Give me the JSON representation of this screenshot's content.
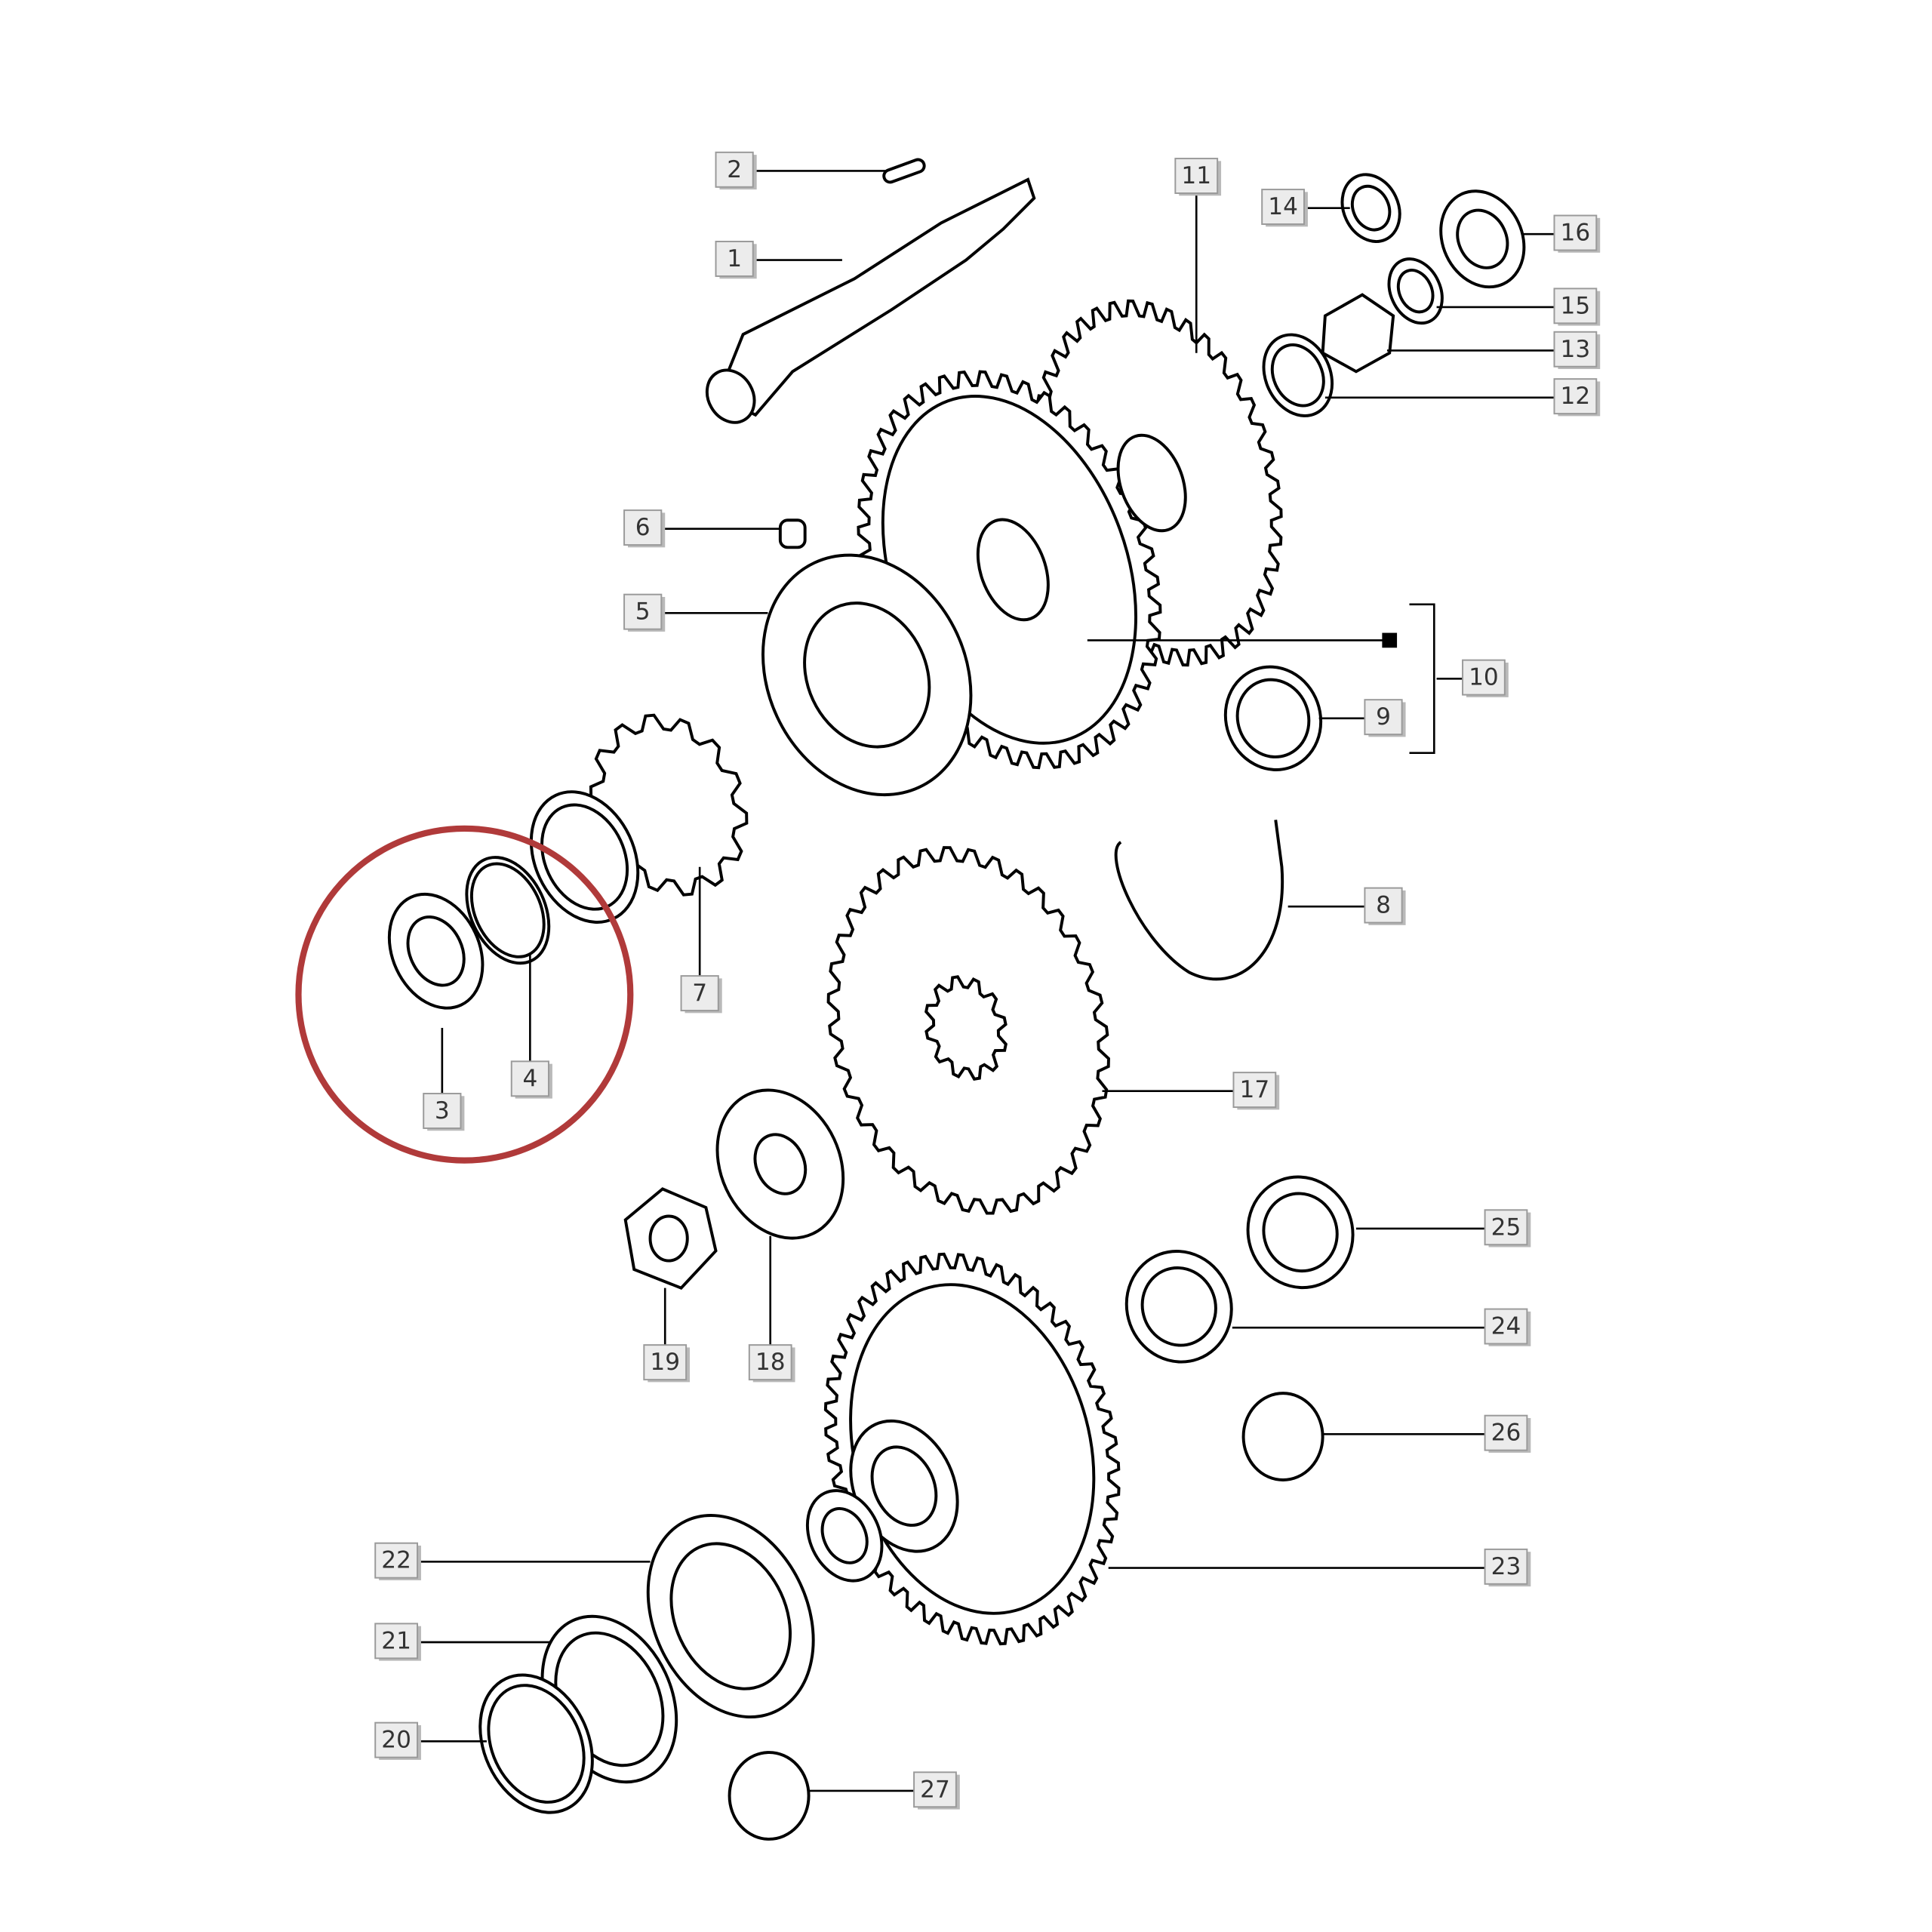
{
  "diagram": {
    "type": "exploded-parts-diagram",
    "highlight_color": "#b03a3a",
    "highlighted_parts": [
      "3",
      "4"
    ],
    "callouts": [
      "1",
      "2",
      "3",
      "4",
      "5",
      "6",
      "7",
      "8",
      "9",
      "10",
      "11",
      "12",
      "13",
      "14",
      "15",
      "16",
      "17",
      "18",
      "19",
      "20",
      "21",
      "22",
      "23",
      "24",
      "25",
      "26",
      "27"
    ]
  }
}
